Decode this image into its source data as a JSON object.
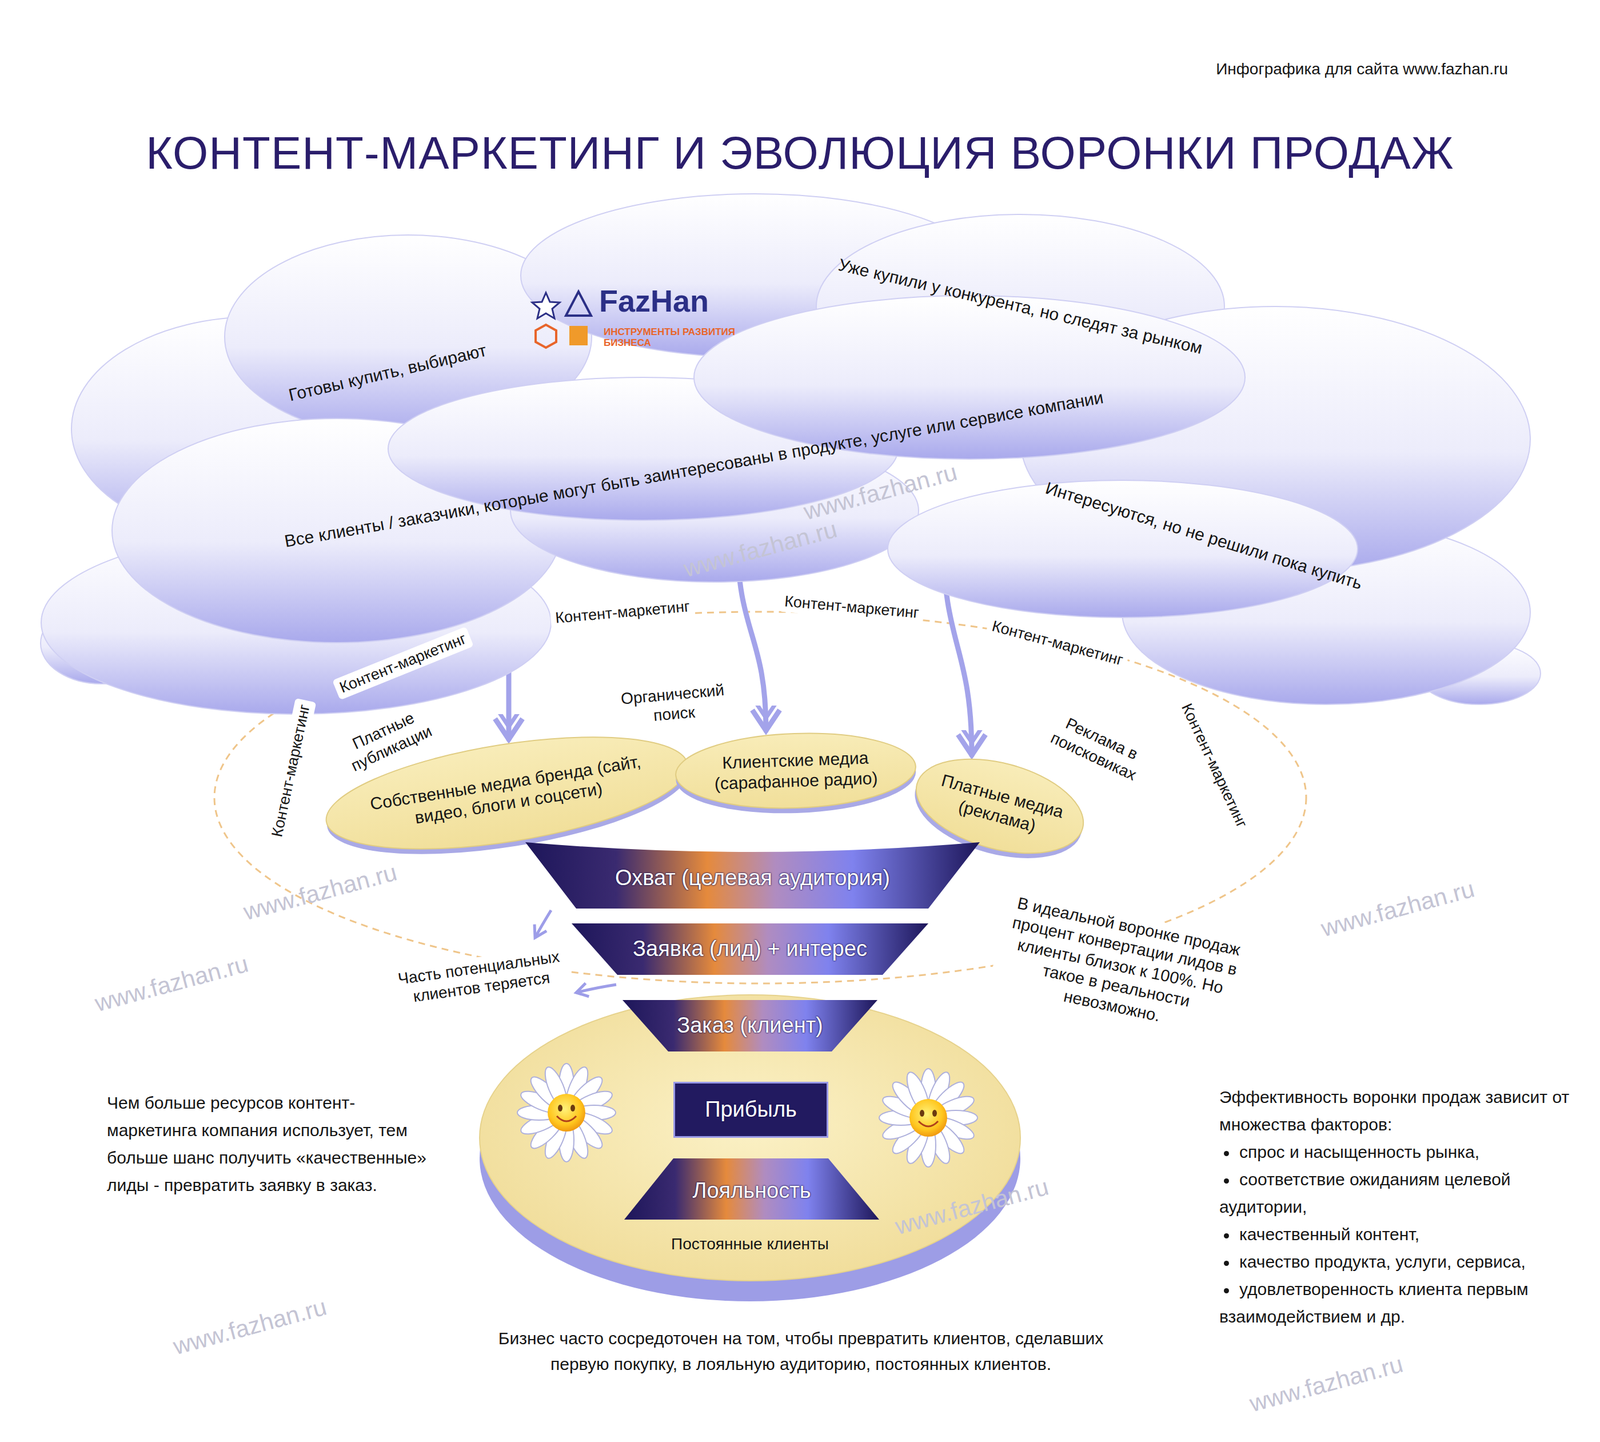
{
  "diagram": {
    "title": "КОНТЕНТ-МАРКЕТИНГ И ЭВОЛЮЦИЯ ВОРОНКИ ПРОДАЖ",
    "caption": "Бизнес часто сосредоточен на том, чтобы превратить клиентов, сделавших первую покупку, в лояльную аудиторию, постоянных клиентов.",
    "nodes": [
      {
        "text": [
          "Готовы купить, выбирают",
          "Уже купили у конкурента, но следят за рынком",
          "Все клиенты / заказчики, которые могут быть заинтересованы в продукте, услуге или сервисе компании",
          "Интересуются, но не решили пока купить"
        ]
      },
      {
        "text": [
          "Собственные медиа бренда (сайт, видео, блоги и соцсети)"
        ]
      },
      {
        "text": [
          "Клиентские медиа (сарафанное радио)"
        ]
      },
      {
        "text": [
          "Платные медиа (реклама)"
        ]
      },
      {
        "text": [
          "Охват (целевая аудитория)"
        ]
      },
      {
        "text": [
          "Заявка (лид) + интерес"
        ]
      },
      {
        "text": [
          "Постоянные клиенты"
        ]
      },
      {
        "text": [
          "Заказ (клиент)"
        ],
        "in": 6
      },
      {
        "text": [
          "Прибыль"
        ],
        "in": 6
      },
      {
        "text": [
          "Лояльность"
        ],
        "in": 6
      }
    ],
    "edges": [
      {
        "from": 0,
        "to": 1,
        "arrow": "to"
      },
      {
        "from": 0,
        "to": 2,
        "arrow": "to"
      },
      {
        "from": 0,
        "to": 3,
        "arrow": "to"
      }
    ],
    "labels": [
      "Инфографика для сайта www.fazhan.ru",
      "FazHan",
      "ИНСТРУМЕНТЫ РАЗВИТИЯ БИЗНЕСА",
      "Контент-маркетинг",
      "Контент-маркетинг",
      "Контент-маркетинг",
      "Контент-маркетинг",
      "Контент-маркетинг",
      "Контент-маркетинг",
      "Платные публикации",
      "Органический поиск",
      "Реклама в поисковиках",
      "Часть потенциальных клиентов теряется",
      "В идеальной воронке продаж процент конвертации лидов в клиенты близок к 100%. Но такое в реальности невозможно.",
      "Чем больше ресурсов контент-маркетинга компания использует, тем больше шанс получить «качественные» лиды - превратить заявку в заказ.",
      "Эффективность воронки продаж зависит от множества факторов:",
      "спрос и насыщенность рынка,",
      "соответствие ожиданиям целевой аудитории,",
      "качественный контент,",
      "качество продукта, услуги, сервиса,",
      "удовлетворенность клиента первым взаимодействием и др.",
      "www.fazhan.ru",
      "www.fazhan.ru",
      "www.fazhan.ru",
      "www.fazhan.ru",
      "www.fazhan.ru",
      "www.fazhan.ru",
      "www.fazhan.ru",
      "www.fazhan.ru"
    ]
  }
}
